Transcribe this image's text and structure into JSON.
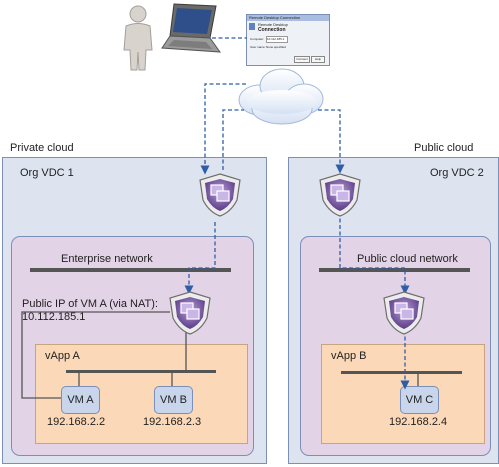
{
  "labels": {
    "private_cloud": "Private cloud",
    "public_cloud": "Public cloud",
    "org_vdc_1": "Org VDC 1",
    "org_vdc_2": "Org VDC 2",
    "enterprise_network": "Enterprise network",
    "public_cloud_network": "Public cloud network",
    "public_ip_caption": "Public IP of VM A (via NAT):",
    "public_ip_value": "10.112.185.1",
    "vapp_a": "vApp A",
    "vapp_b": "vApp B"
  },
  "vms": [
    {
      "name": "VM A",
      "ip": "192.168.2.2"
    },
    {
      "name": "VM B",
      "ip": "192.168.2.3"
    },
    {
      "name": "VM C",
      "ip": "192.168.2.4"
    }
  ],
  "rdp_dialog": {
    "title": "Remote Desktop Connection",
    "heading": "Remote Desktop",
    "subheading": "Connection",
    "computer_label": "Computer:",
    "computer_value": "10.112.185.1",
    "username_label": "User name:",
    "username_value": "None specified",
    "connect_button": "Connect",
    "help_button": "Help"
  },
  "icons": [
    "user-icon",
    "laptop-icon",
    "cloud-icon",
    "edge-gateway-icon"
  ],
  "colors": {
    "vdc_fill": "#dde3ef",
    "network_fill": "#e3d3e6",
    "vapp_fill": "#fbd9b8",
    "vm_fill": "#c9d5ea",
    "link_blue": "#2f5ea7",
    "network_bar": "#555555"
  }
}
